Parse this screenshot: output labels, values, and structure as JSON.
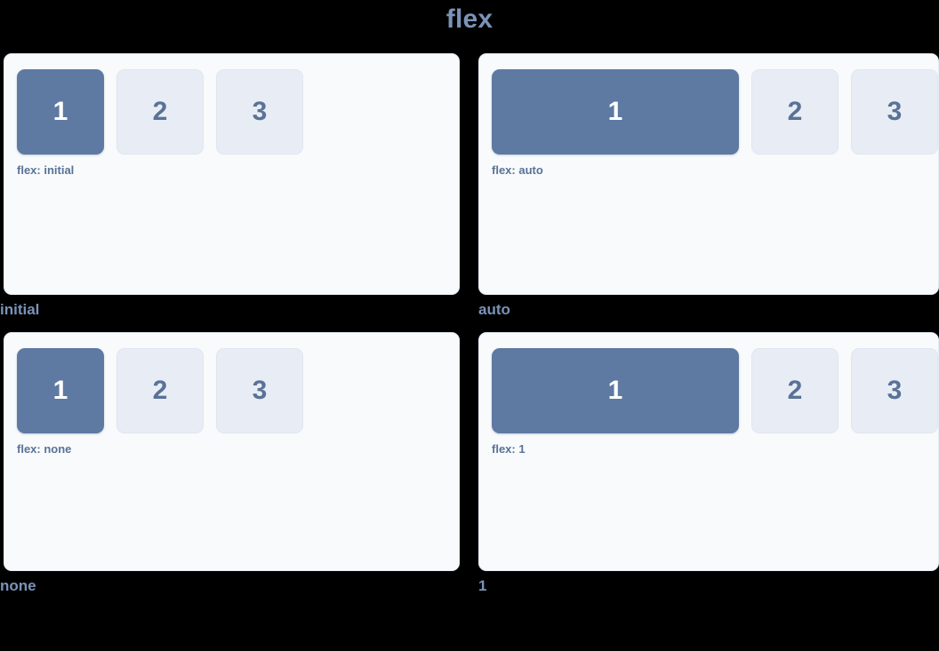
{
  "title": "flex",
  "theme": {
    "background": "#000000",
    "panel_background": "#f8fafc",
    "panel_border": "#e6ebf3",
    "primary_box": "#5e7aa3",
    "plain_box": "#e8edf5",
    "plain_box_border": "#dfe6f0",
    "text_slate": "#5a7296",
    "caption_color": "#7a93b8",
    "primary_box_text": "#ffffff"
  },
  "items": {
    "one": "1",
    "two": "2",
    "three": "3"
  },
  "demos": [
    {
      "key": "initial",
      "caption": "initial",
      "label": "flex: initial",
      "boxes": [
        "1",
        "2",
        "3"
      ]
    },
    {
      "key": "auto",
      "caption": "auto",
      "label": "flex: auto",
      "boxes": [
        "1",
        "2",
        "3"
      ]
    },
    {
      "key": "none",
      "caption": "none",
      "label": "flex: none",
      "boxes": [
        "1",
        "2",
        "3"
      ]
    },
    {
      "key": "one",
      "caption": "1",
      "label": "flex: 1",
      "boxes": [
        "1",
        "2",
        "3"
      ]
    }
  ]
}
